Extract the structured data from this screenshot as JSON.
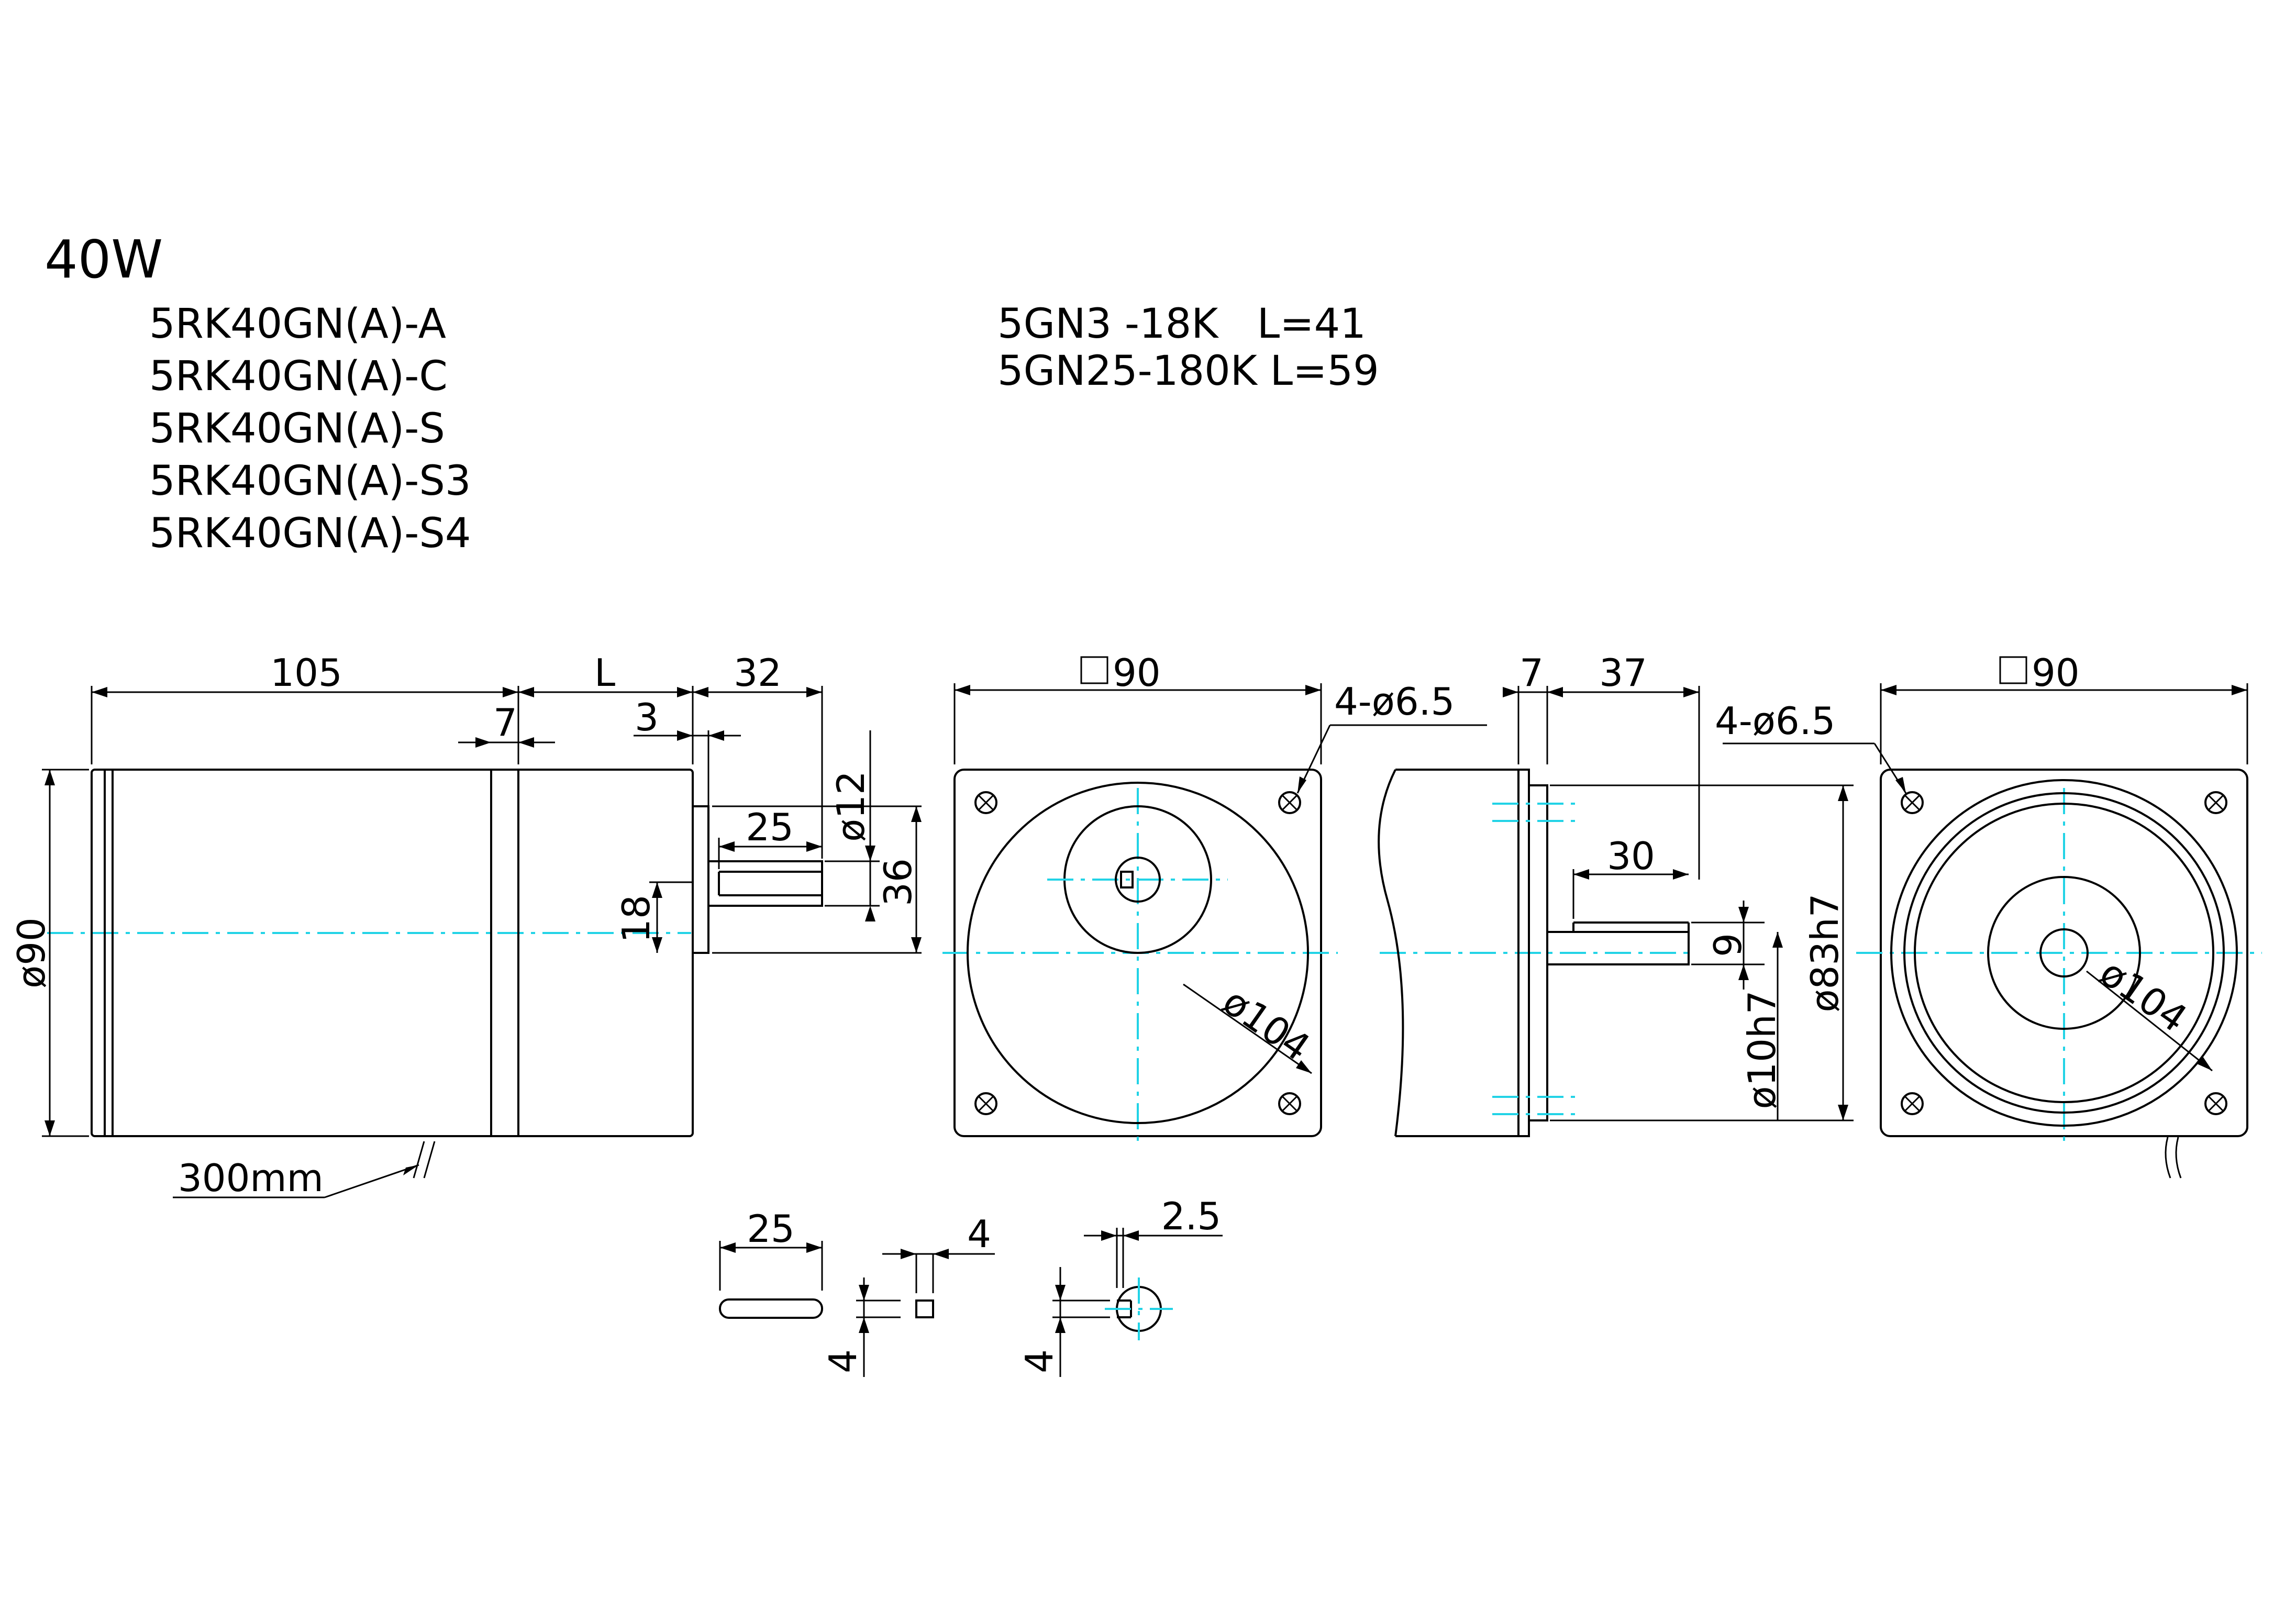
{
  "title": "40W",
  "models": [
    "5RK40GN(A)-A",
    "5RK40GN(A)-C",
    "5RK40GN(A)-S",
    "5RK40GN(A)-S3",
    "5RK40GN(A)-S4"
  ],
  "gearheads": [
    "5GN3 -18K   L=41",
    "5GN25-180K L=59"
  ],
  "side_view": {
    "len_motor": "105",
    "len_gear": "L",
    "len_shaft": "32",
    "dim_7": "7",
    "dim_3": "3",
    "dim_25": "25",
    "dia_12": "ø12",
    "dim_36": "36",
    "dim_18": "18",
    "dia_90": "ø90",
    "cable": "300mm"
  },
  "front_view": {
    "square": "90",
    "holes": "4-ø6.5",
    "pcd": "ø104"
  },
  "flange_view": {
    "dim_7": "7",
    "dim_37": "37",
    "dim_30": "30",
    "dim_9": "9",
    "dia_83": "ø83h7",
    "dia_10": "ø10h7"
  },
  "rear_view": {
    "square": "90",
    "holes": "4-ø6.5",
    "pcd": "ø104"
  },
  "shaft_details": {
    "key_len": "25",
    "key_w": "4",
    "key_h": "4",
    "dcut": "2.5",
    "dcut_h": "4"
  }
}
